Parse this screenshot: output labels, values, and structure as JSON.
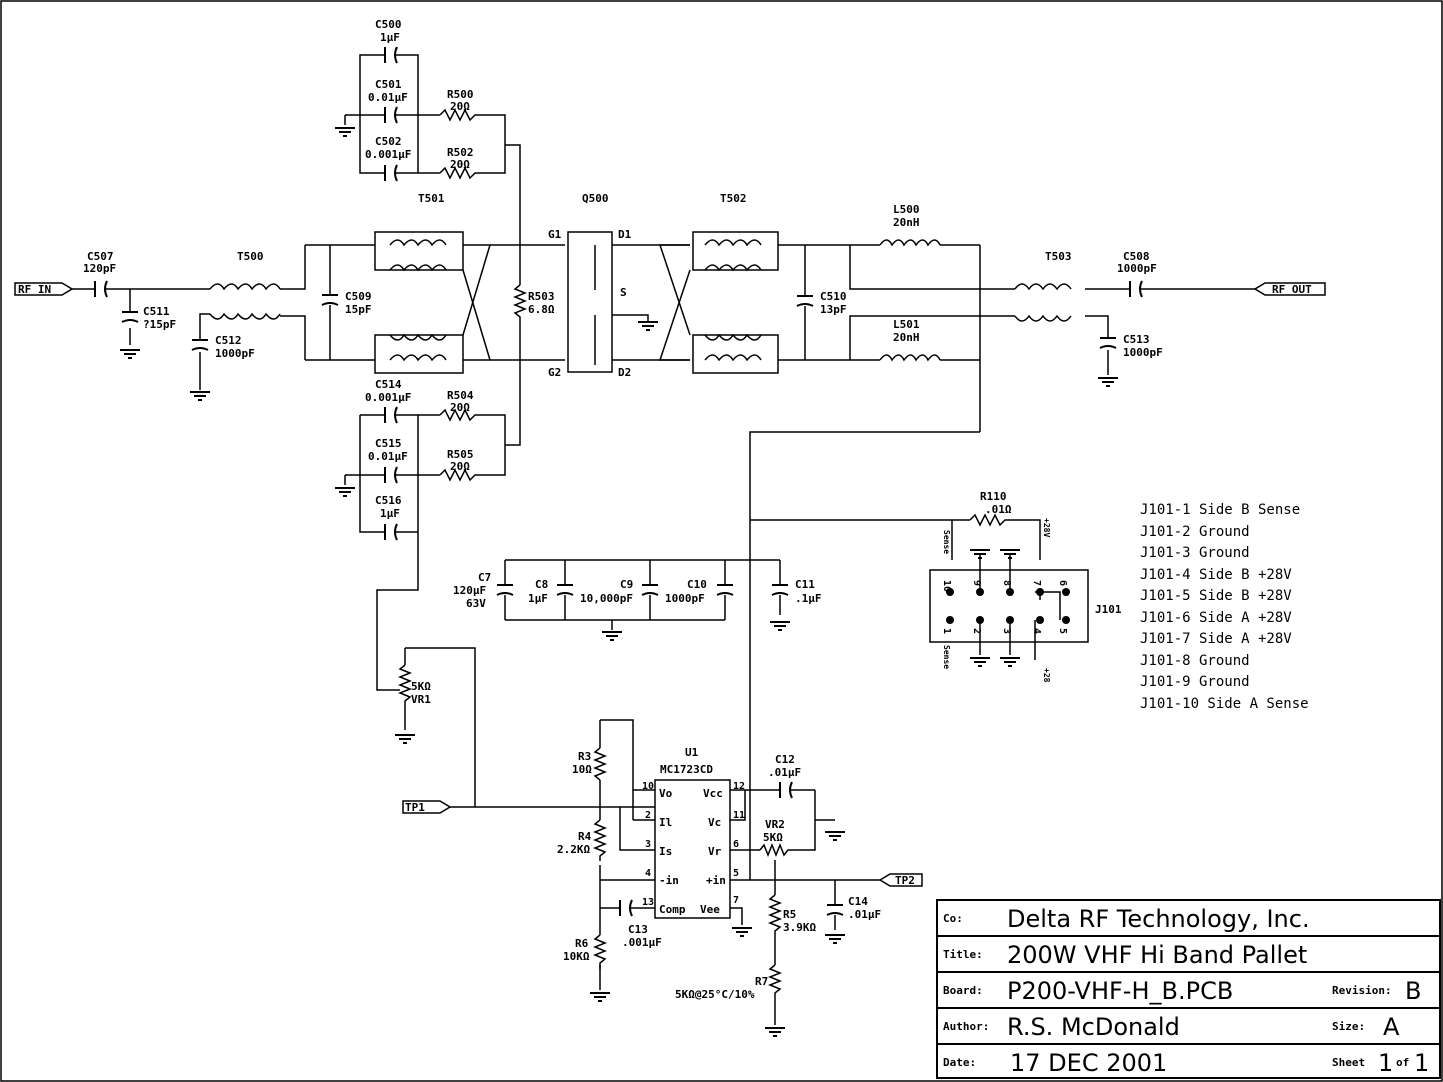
{
  "components": {
    "c500": {
      "ref": "C500",
      "val": "1µF"
    },
    "c501": {
      "ref": "C501",
      "val": "0.01µF"
    },
    "c502": {
      "ref": "C502",
      "val": "0.001µF"
    },
    "r500": {
      "ref": "R500",
      "val": "20Ω"
    },
    "r502": {
      "ref": "R502",
      "val": "20Ω"
    },
    "t501": {
      "ref": "T501"
    },
    "t500": {
      "ref": "T500"
    },
    "t502": {
      "ref": "T502"
    },
    "t503": {
      "ref": "T503"
    },
    "q500": {
      "ref": "Q500",
      "g1": "G1",
      "g2": "G2",
      "d1": "D1",
      "d2": "D2",
      "s": "S"
    },
    "c507": {
      "ref": "C507",
      "val": "120pF"
    },
    "c511": {
      "ref": "C511",
      "val": "?15pF"
    },
    "c512": {
      "ref": "C512",
      "val": "1000pF"
    },
    "c509": {
      "ref": "C509",
      "val": "15pF"
    },
    "r503": {
      "ref": "R503",
      "val": "6.8Ω"
    },
    "l500": {
      "ref": "L500",
      "val": "20nH"
    },
    "l501": {
      "ref": "L501",
      "val": "20nH"
    },
    "c510": {
      "ref": "C510",
      "val": "13pF"
    },
    "c508": {
      "ref": "C508",
      "val": "1000pF"
    },
    "c513": {
      "ref": "C513",
      "val": "1000pF"
    },
    "c514": {
      "ref": "C514",
      "val": "0.001µF"
    },
    "c515": {
      "ref": "C515",
      "val": "0.01µF"
    },
    "c516": {
      "ref": "C516",
      "val": "1µF"
    },
    "r504": {
      "ref": "R504",
      "val": "20Ω"
    },
    "r505": {
      "ref": "R505",
      "val": "20Ω"
    },
    "r110": {
      "ref": "R110",
      "val": ".01Ω"
    },
    "c7": {
      "ref": "C7",
      "val": "120µF",
      "val2": "63V"
    },
    "c8": {
      "ref": "C8",
      "val": "1µF"
    },
    "c9": {
      "ref": "C9",
      "val": "10,000pF"
    },
    "c10": {
      "ref": "C10",
      "val": "1000pF"
    },
    "c11": {
      "ref": "C11",
      "val": ".1µF"
    },
    "vr1": {
      "ref": "VR1",
      "val": "5KΩ"
    },
    "r3": {
      "ref": "R3",
      "val": "10Ω"
    },
    "r4": {
      "ref": "R4",
      "val": "2.2KΩ"
    },
    "r6": {
      "ref": "R6",
      "val": "10KΩ"
    },
    "c13": {
      "ref": "C13",
      "val": ".001µF"
    },
    "u1": {
      "ref": "U1",
      "part": "MC1723CD"
    },
    "c12": {
      "ref": "C12",
      "val": ".01µF"
    },
    "vr2": {
      "ref": "VR2",
      "val": "5KΩ"
    },
    "c14": {
      "ref": "C14",
      "val": ".01µF"
    },
    "r5": {
      "ref": "R5",
      "val": "3.9KΩ"
    },
    "r7": {
      "ref": "R7",
      "val": "5KΩ@25°C/10%"
    },
    "j101": {
      "ref": "J101"
    }
  },
  "u1_pins": {
    "p10": "10",
    "p2": "2",
    "p3": "3",
    "p4": "4",
    "p13": "13",
    "p12": "12",
    "p11": "11",
    "p6": "6",
    "p5": "5",
    "p7": "7",
    "vo": "Vo",
    "il": "Il",
    "is": "Is",
    "min": "-in",
    "comp": "Comp",
    "vee": "Vee",
    "vcc": "Vcc",
    "vc": "Vc",
    "vr": "Vr",
    "pin": "+in"
  },
  "ports": {
    "rf_in": "RF IN",
    "rf_out": "RF OUT",
    "tp1": "TP1",
    "tp2": "TP2"
  },
  "j101_pins": {
    "top": [
      "10",
      "9",
      "8",
      "7",
      "6"
    ],
    "bottom": [
      "1",
      "2",
      "3",
      "4",
      "5"
    ],
    "sense_top": "Sense",
    "sense_bot": "Sense",
    "p28_top": "+28V",
    "p28_bot": "+28"
  },
  "connector_legend": [
    "J101-1 Side B Sense",
    "J101-2 Ground",
    "J101-3 Ground",
    "J101-4 Side B +28V",
    "J101-5 Side B +28V",
    "J101-6 Side A +28V",
    "J101-7 Side A +28V",
    "J101-8 Ground",
    "J101-9 Ground",
    "J101-10 Side A Sense"
  ],
  "title_block": {
    "co_label": "Co:",
    "co": "Delta RF Technology, Inc.",
    "title_label": "Title:",
    "title": "200W VHF Hi Band Pallet",
    "board_label": "Board:",
    "board": "P200-VHF-H_B.PCB",
    "revision_label": "Revision:",
    "revision": "B",
    "author_label": "Author:",
    "author": "R.S. McDonald",
    "size_label": "Size:",
    "size": "A",
    "date_label": "Date:",
    "date": "17 DEC 2001",
    "sheet_label": "Sheet",
    "sheet": "1",
    "of_label": "of",
    "sheets": "1"
  }
}
